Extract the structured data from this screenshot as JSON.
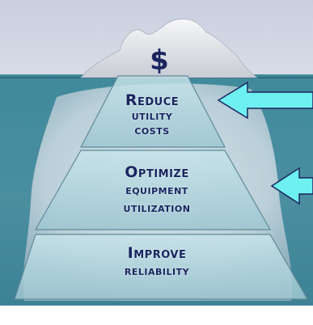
{
  "icon": {
    "name": "dollar-sign",
    "symbol": "$"
  },
  "tiers": [
    {
      "lines": [
        "Reduce",
        "utility",
        "costs"
      ]
    },
    {
      "lines": [
        "Optimize",
        "equipment",
        "utilization"
      ]
    },
    {
      "lines": [
        "Improve",
        "reliability"
      ]
    }
  ],
  "arrows": [
    {
      "points_to": "tier-1"
    },
    {
      "points_to": "tier-2"
    }
  ],
  "colors": {
    "sky": "#ced3e3",
    "water": "#3d8496",
    "ice": "#e9edf3",
    "pyramid_text": "#1a2560",
    "arrow_fill": "#6ff0f0"
  }
}
